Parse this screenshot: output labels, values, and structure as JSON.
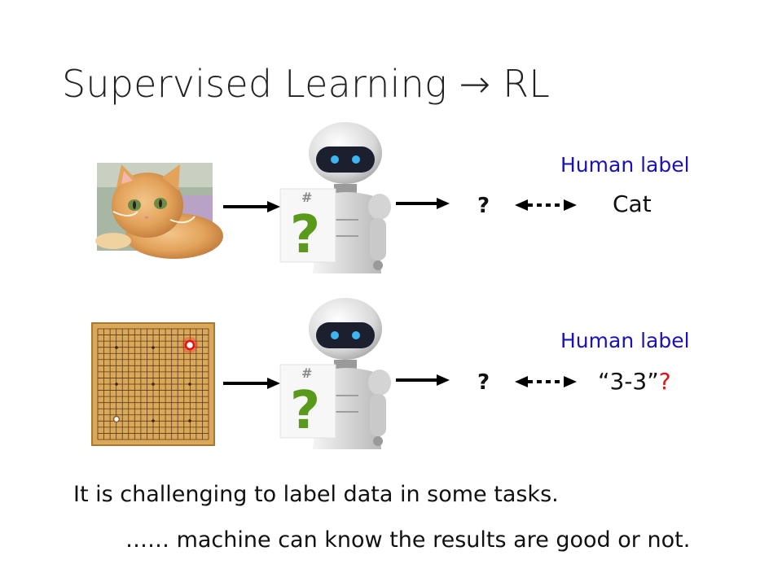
{
  "slide": {
    "title": "Supervised Learning → RL",
    "rows": [
      {
        "input_image": "kitten-photo",
        "model_icon": "robot-with-question-sign",
        "output": "?",
        "human_label_title": "Human label",
        "human_label_value": "Cat",
        "value_suffix": ""
      },
      {
        "input_image": "go-board",
        "model_icon": "robot-with-question-sign",
        "output": "?",
        "human_label_title": "Human label",
        "human_label_value": "“3-3”",
        "value_suffix": "?"
      }
    ],
    "footer_line1": "It is challenging to label data in some tasks.",
    "footer_line2": "…… machine can know the results are good or not."
  },
  "colors": {
    "label_blue": "#1a12b8",
    "question_green": "#5a9a1a",
    "highlight_red": "#e01414",
    "board_wood": "#d9a85a"
  }
}
